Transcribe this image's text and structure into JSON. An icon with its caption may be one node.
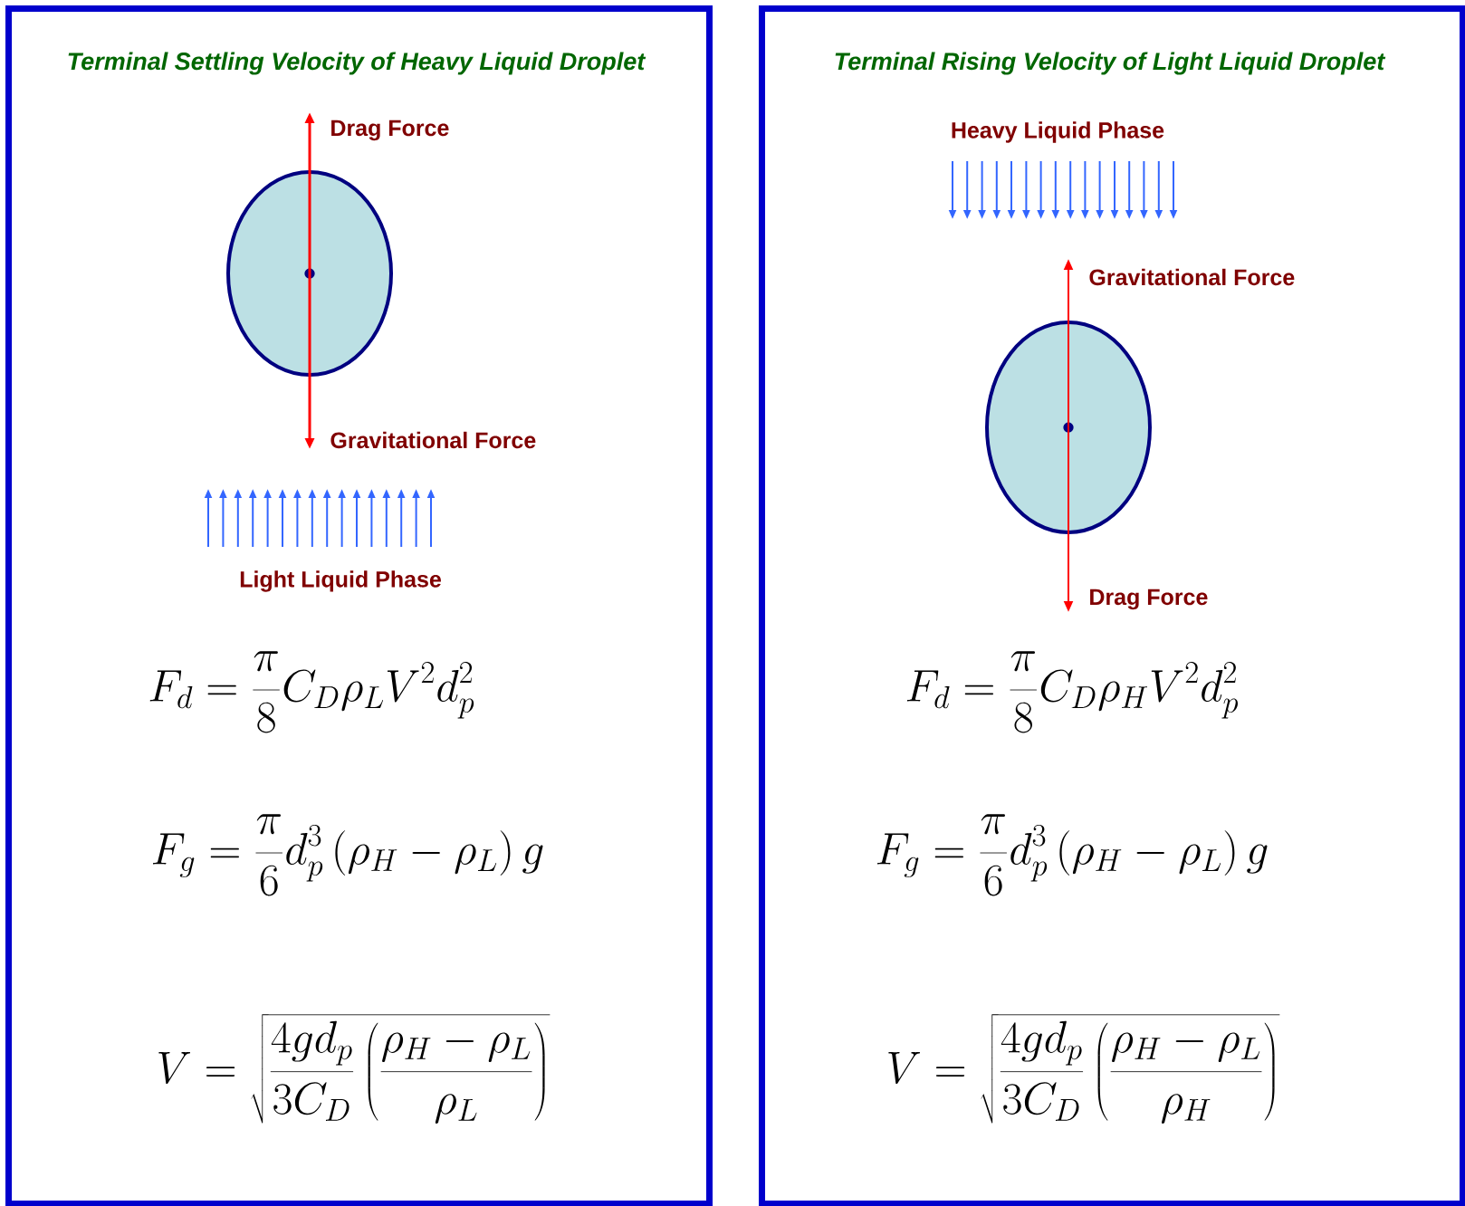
{
  "diagram": {
    "nodes": [
      {
        "text": [
          "Terminal Settling Velocity of Heavy Liquid Droplet"
        ]
      },
      {
        "text": [],
        "shape": "circle",
        "in": 0
      },
      {
        "text": [
          "Terminal Rising Velocity of Light Liquid Droplet"
        ]
      },
      {
        "text": [],
        "shape": "circle",
        "in": 2
      }
    ],
    "labels": [
      "Drag Force",
      "Gravitational Force",
      "Light Liquid Phase",
      "F_d = \\frac{\\pi}{8} C_D \\rho_L V^2 d_p^2",
      "F_g = \\frac{\\pi}{6} d_p^3 \\left(\\rho_H - \\rho_L\\right) g",
      "V = \\sqrt{\\frac{4 g d_p}{3 C_D} \\left(\\frac{\\rho_H - \\rho_L}{\\rho_L}\\right)}",
      "Heavy Liquid Phase",
      "Gravitational Force",
      "Drag Force",
      "F_d = \\frac{\\pi}{8} C_D \\rho_H V^2 d_p^2",
      "F_g = \\frac{\\pi}{6} d_p^3 \\left(\\rho_H - \\rho_L\\right) g",
      "V = \\sqrt{\\frac{4 g d_p}{3 C_D} \\left(\\frac{\\rho_H - \\rho_L}{\\rho_H}\\right)}"
    ]
  }
}
